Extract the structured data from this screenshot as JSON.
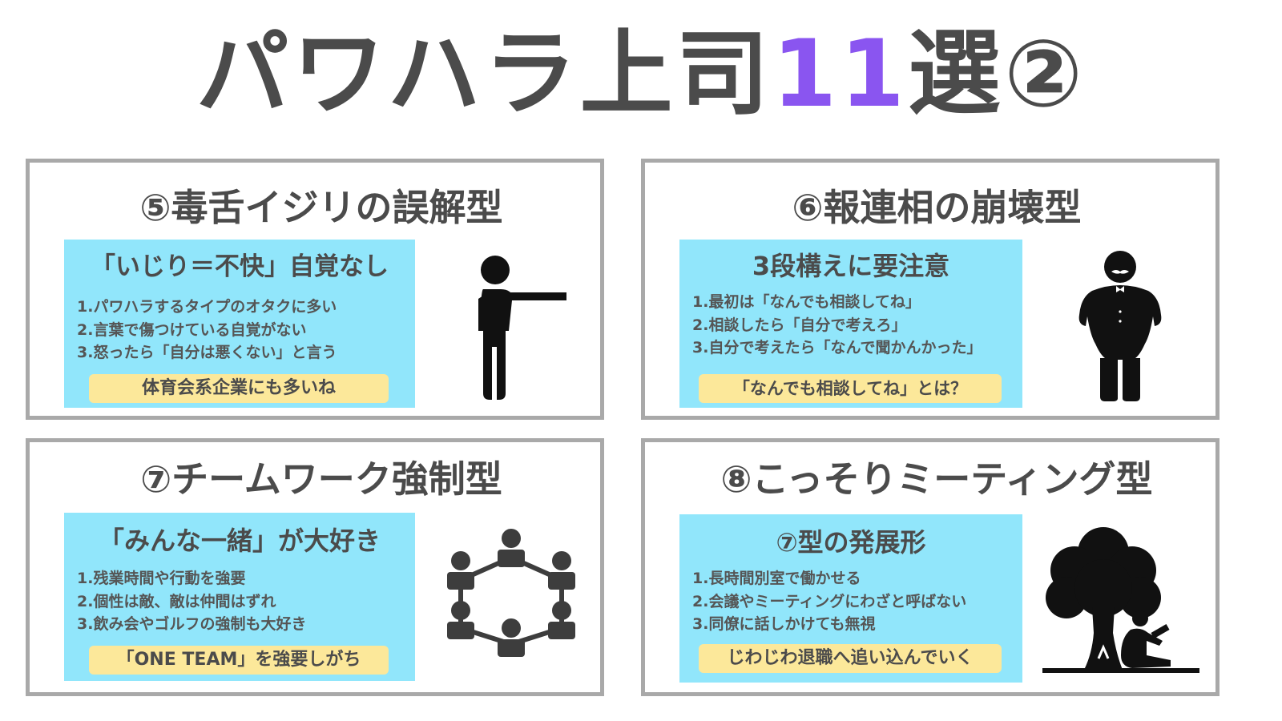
{
  "title": {
    "main": "パワハラ上司",
    "number": "11",
    "suffix": "選②"
  },
  "panels": [
    {
      "heading": "⑤毒舌イジリの誤解型",
      "box_heading": "「いじり＝不快」自覚なし",
      "items": [
        "1.パワハラするタイプのオタクに多い",
        "2.言葉で傷つけている自覚がない",
        "3.怒ったら「自分は悪くない」と言う"
      ],
      "note": "体育会系企業にも多いね",
      "icon": "pointing-person-icon"
    },
    {
      "heading": "⑥報連相の崩壊型",
      "box_heading": "3段構えに要注意",
      "items": [
        "1.最初は「なんでも相談してね」",
        "2.相談したら「自分で考えろ」",
        "3.自分で考えたら「なんで聞かんかった」"
      ],
      "note": "「なんでも相談してね」とは？",
      "icon": "mustached-boss-icon"
    },
    {
      "heading": "⑦チームワーク強制型",
      "box_heading": "「みんな一緒」が大好き",
      "items": [
        "1.残業時間や行動を強要",
        "2.個性は敵、敵は仲間はずれ",
        "3.飲み会やゴルフの強制も大好き"
      ],
      "note": "「ONE TEAM」を強要しがち",
      "icon": "team-circle-icon"
    },
    {
      "heading": "⑧こっそりミーティング型",
      "box_heading": "⑦型の発展形",
      "items": [
        "1.長時間別室で働かせる",
        "2.会議やミーティングにわざと呼ばない",
        "3.同僚に話しかけても無視"
      ],
      "note": "じわじわ退職へ追い込んでいく",
      "icon": "person-under-tree-icon"
    }
  ],
  "colors": {
    "text": "#4b4b4b",
    "accent": "#8a55f0",
    "box": "#91e6fb",
    "note": "#fce89a",
    "border": "#a9a9a9"
  }
}
